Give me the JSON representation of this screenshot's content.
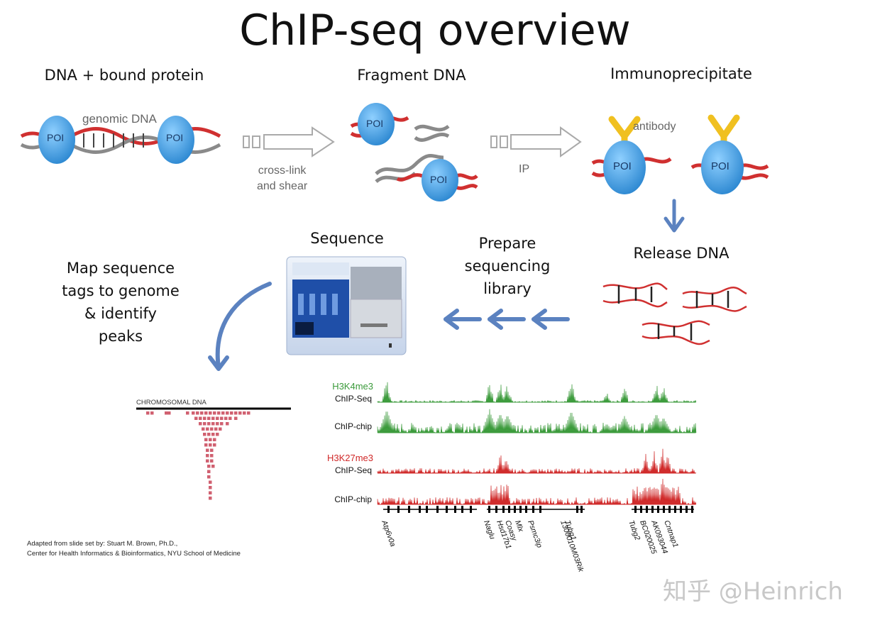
{
  "title": "ChIP-seq overview",
  "steps": {
    "dna_bound": "DNA + bound protein",
    "fragment": "Fragment DNA",
    "immunoprecipitate": "Immunoprecipitate",
    "release": "Release DNA",
    "prepare": [
      "Prepare",
      "sequencing",
      "library"
    ],
    "sequence": "Sequence",
    "map": [
      "Map sequence",
      "tags to genome",
      "& identify",
      "peaks"
    ]
  },
  "labels": {
    "genomic_dna": "genomic DNA",
    "poi": "POI",
    "crosslink": [
      "cross-link",
      "and shear"
    ],
    "ip": "IP",
    "antibody": "antibody",
    "chromosomal": "CHROMOSOMAL DNA"
  },
  "tracks": [
    {
      "mark": "H3K4me3",
      "method": "ChIP-Seq",
      "color": "#3a9a3a"
    },
    {
      "mark": "",
      "method": "ChIP-chip",
      "color": "#3a9a3a"
    },
    {
      "mark": "H3K27me3",
      "method": "ChIP-Seq",
      "color": "#d02828"
    },
    {
      "mark": "",
      "method": "ChIP-chip",
      "color": "#d02828"
    }
  ],
  "genes": [
    "Atp6v0a",
    "Naglu",
    "Hsd17b1",
    "Coasy",
    "Mlx",
    "Psmc3ip",
    "Tubg1",
    "1300010M03Rik",
    "Tubg2",
    "BC020025",
    "AK093044",
    "Cntnap1"
  ],
  "credit": [
    "Adapted from slide set by: Stuart M. Brown, Ph.D.,",
    "Center for Health Informatics & Bioinformatics, NYU School of Medicine"
  ],
  "watermark": "知乎 @Heinrich",
  "colors": {
    "poi": "#4aa0e0",
    "dna_red": "#d03030",
    "dna_gray": "#8a8a8a",
    "antibody": "#f0c020",
    "arrow_blue": "#5b82c0"
  }
}
